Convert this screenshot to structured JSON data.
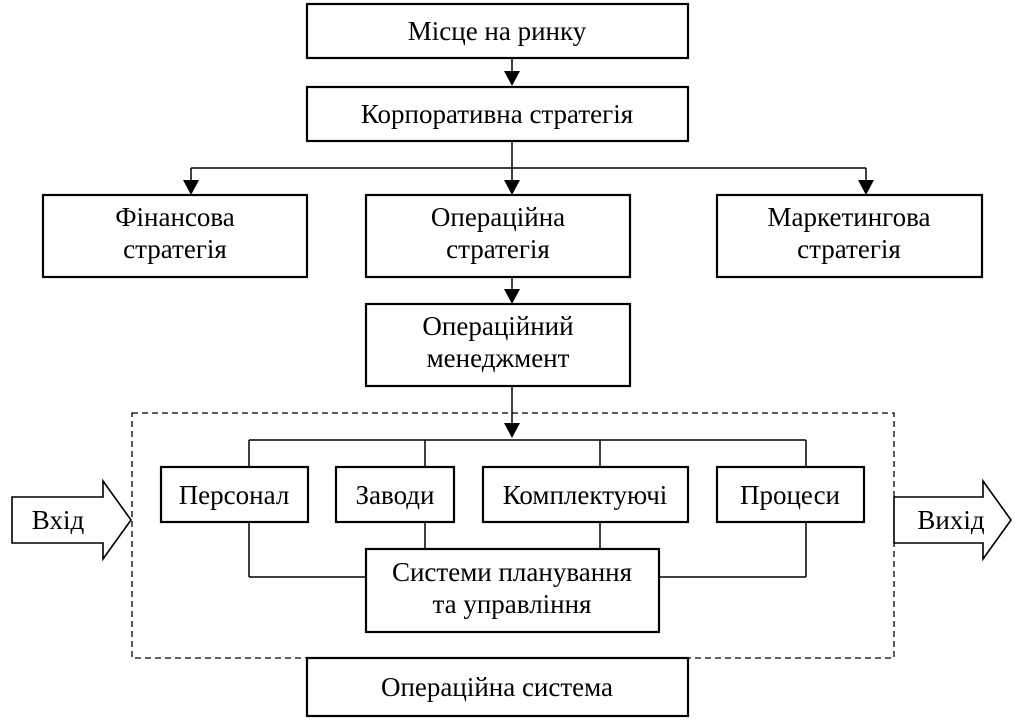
{
  "boxes": {
    "market_place": "Місце на ринку",
    "corporate_strategy": "Корпоративна стратегія",
    "financial_strategy": [
      "Фінансова",
      "стратегія"
    ],
    "operational_strategy": [
      "Операційна",
      "стратегія"
    ],
    "marketing_strategy": [
      "Маркетингова",
      "стратегія"
    ],
    "operational_management": [
      "Операційний",
      "менеджмент"
    ],
    "personnel": "Персонал",
    "plants": "Заводи",
    "components": "Комплектуючі",
    "processes": "Процеси",
    "planning_systems": [
      "Системи планування",
      "та управління"
    ],
    "operational_system": "Операційна система"
  },
  "io": {
    "input": "Вхід",
    "output": "Вихід"
  }
}
